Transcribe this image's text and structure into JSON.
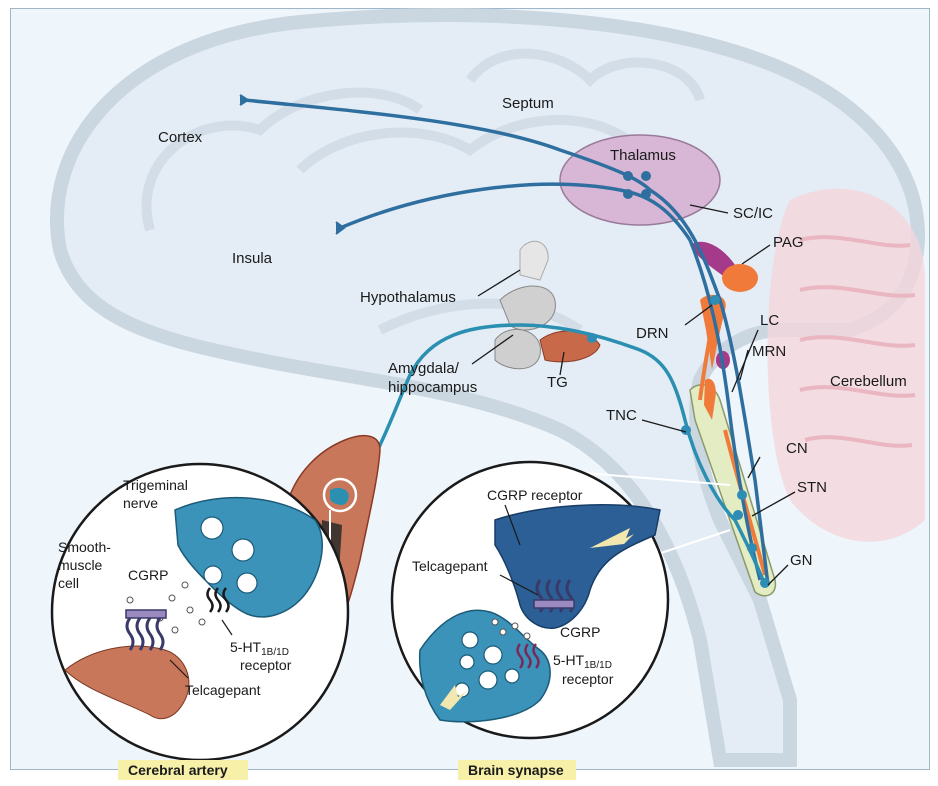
{
  "colors": {
    "background": "#eef5fb",
    "brain_outline": "#c7d3de",
    "nerve_blue": "#2f6f9f",
    "trigeminal_teal": "#2a8fb0",
    "thalamus": "#d8b7d6",
    "orange_nucleus": "#f07a3a",
    "purple_nucleus": "#a63a8a",
    "brainstem_column": "#e3ecc2",
    "artery": "#c9775a",
    "cerebellum": "#f4d6dc",
    "caption_highlight": "#f6f0a8"
  },
  "labels": {
    "cortex": "Cortex",
    "septum": "Septum",
    "thalamus": "Thalamus",
    "insula": "Insula",
    "sc_ic": "SC/IC",
    "pag": "PAG",
    "hypothalamus": "Hypothalamus",
    "drn": "DRN",
    "lc": "LC",
    "mrn": "MRN",
    "cerebellum": "Cerebellum",
    "amygdala_1": "Amygdala/",
    "amygdala_2": "hippocampus",
    "tg": "TG",
    "tnc": "TNC",
    "cn": "CN",
    "stn": "STN",
    "gn": "GN"
  },
  "left_inset": {
    "trigeminal_1": "Trigeminal",
    "trigeminal_2": "nerve",
    "smooth_1": "Smooth-",
    "smooth_2": "muscle",
    "smooth_3": "cell",
    "cgrp": "CGRP",
    "receptor_main": "5-HT",
    "receptor_sub": "1B/1D",
    "receptor_word": "receptor",
    "telcagepant": "Telcagepant",
    "caption": "Cerebral artery"
  },
  "right_inset": {
    "cgrp_receptor": "CGRP receptor",
    "telcagepant": "Telcagepant",
    "cgrp": "CGRP",
    "receptor_main": "5-HT",
    "receptor_sub": "1B/1D",
    "receptor_word": "receptor",
    "caption": "Brain synapse"
  }
}
